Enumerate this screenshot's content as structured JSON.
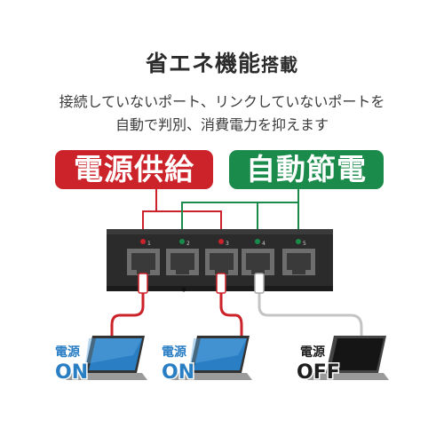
{
  "header": {
    "title_main": "省エネ機能",
    "title_small": "搭載",
    "subtitle_line1": "接続していないポート、リンクしていないポートを",
    "subtitle_line2": "自動で判別、消費電力を抑えます"
  },
  "badges": {
    "power_supply": "電源供給",
    "auto_save": "自動節電"
  },
  "ports": [
    "1",
    "2",
    "3",
    "4",
    "5"
  ],
  "laptops": [
    {
      "label_top": "電源",
      "label_bottom": "ON"
    },
    {
      "label_top": "電源",
      "label_bottom": "ON"
    },
    {
      "label_top": "電源",
      "label_bottom": "OFF"
    }
  ],
  "colors": {
    "red": "#cc2229",
    "green": "#1a8b4b",
    "switch_body": "#2a2a2a",
    "cable_red": "#cc2229",
    "cable_gray": "#bfbfbf"
  }
}
